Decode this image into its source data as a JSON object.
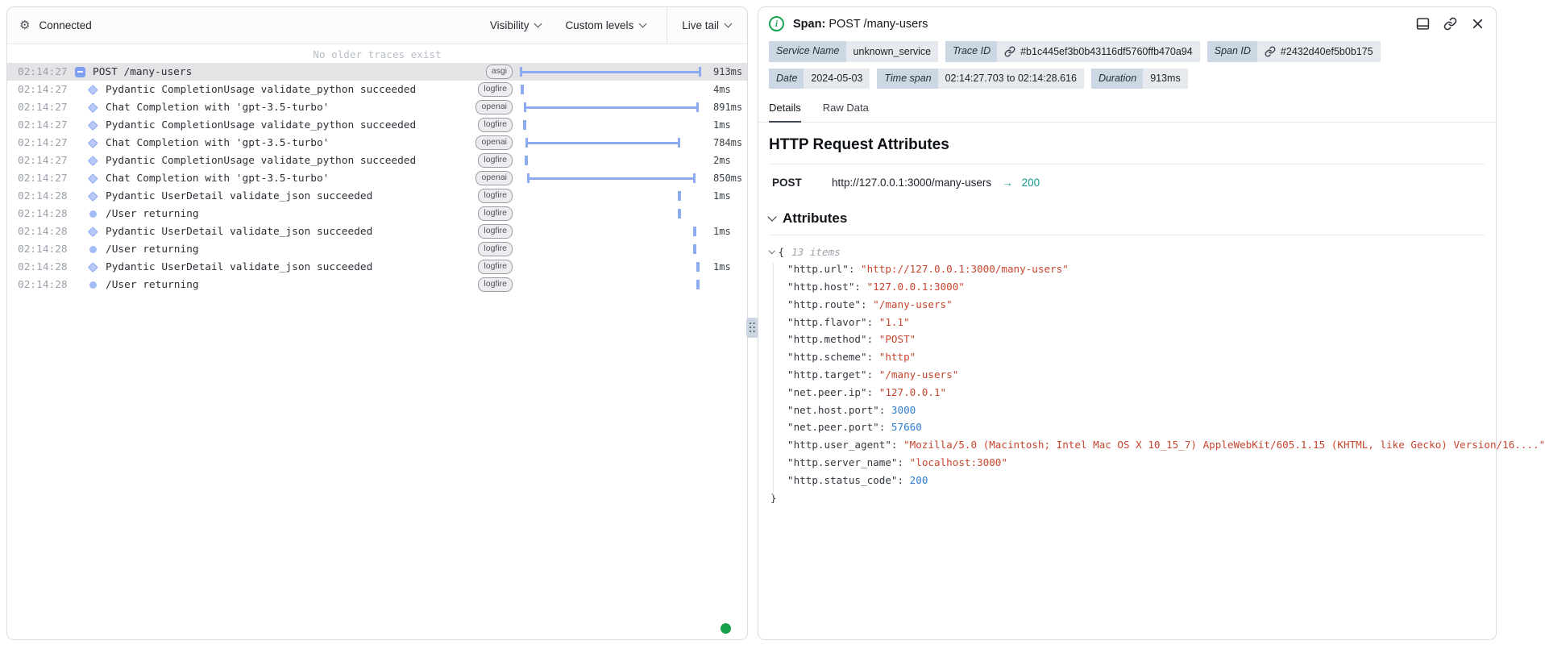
{
  "colors": {
    "timeline_bar": "#8dabf0",
    "selected_row": "#e4e4e7",
    "status_teal": "#0f9d8a",
    "json_string": "#c7452e",
    "json_number": "#2e7dd1",
    "live_green": "#17a24b",
    "info_green": "#19a455"
  },
  "left_panel": {
    "toolbar": {
      "connected_label": "Connected",
      "visibility_label": "Visibility",
      "custom_levels_label": "Custom levels",
      "live_tail_label": "Live tail"
    },
    "empty_notice": "No older traces exist",
    "rows": [
      {
        "time": "02:14:27",
        "icon": "minus",
        "depth": 0,
        "label": "POST /many-users",
        "badge": "asgi",
        "duration": "913ms",
        "bar_type": "range",
        "bar_start": 0.0,
        "bar_end": 1.0,
        "selected": true
      },
      {
        "time": "02:14:27",
        "icon": "diamond",
        "depth": 1,
        "label": "Pydantic CompletionUsage validate_python succeeded",
        "badge": "logfire",
        "duration": "4ms",
        "bar_type": "tick",
        "bar_start": 0.004,
        "bar_end": 0.004,
        "selected": false
      },
      {
        "time": "02:14:27",
        "icon": "diamond",
        "depth": 1,
        "label": "Chat Completion with 'gpt-3.5-turbo'",
        "badge": "openai",
        "duration": "891ms",
        "bar_type": "range",
        "bar_start": 0.022,
        "bar_end": 0.985,
        "selected": false
      },
      {
        "time": "02:14:27",
        "icon": "diamond",
        "depth": 1,
        "label": "Pydantic CompletionUsage validate_python succeeded",
        "badge": "logfire",
        "duration": "1ms",
        "bar_type": "tick",
        "bar_start": 0.018,
        "bar_end": 0.018,
        "selected": false
      },
      {
        "time": "02:14:27",
        "icon": "diamond",
        "depth": 1,
        "label": "Chat Completion with 'gpt-3.5-turbo'",
        "badge": "openai",
        "duration": "784ms",
        "bar_type": "range",
        "bar_start": 0.03,
        "bar_end": 0.882,
        "selected": false
      },
      {
        "time": "02:14:27",
        "icon": "diamond",
        "depth": 1,
        "label": "Pydantic CompletionUsage validate_python succeeded",
        "badge": "logfire",
        "duration": "2ms",
        "bar_type": "tick",
        "bar_start": 0.027,
        "bar_end": 0.027,
        "selected": false
      },
      {
        "time": "02:14:27",
        "icon": "diamond",
        "depth": 1,
        "label": "Chat Completion with 'gpt-3.5-turbo'",
        "badge": "openai",
        "duration": "850ms",
        "bar_type": "range",
        "bar_start": 0.04,
        "bar_end": 0.967,
        "selected": false
      },
      {
        "time": "02:14:28",
        "icon": "diamond",
        "depth": 1,
        "label": "Pydantic UserDetail validate_json succeeded",
        "badge": "logfire",
        "duration": "1ms",
        "bar_type": "tick",
        "bar_start": 0.882,
        "bar_end": 0.882,
        "selected": false
      },
      {
        "time": "02:14:28",
        "icon": "dot",
        "depth": 1,
        "label": "/User returning",
        "badge": "logfire",
        "duration": "",
        "bar_type": "tick",
        "bar_start": 0.882,
        "bar_end": 0.882,
        "selected": false
      },
      {
        "time": "02:14:28",
        "icon": "diamond",
        "depth": 1,
        "label": "Pydantic UserDetail validate_json succeeded",
        "badge": "logfire",
        "duration": "1ms",
        "bar_type": "tick",
        "bar_start": 0.967,
        "bar_end": 0.967,
        "selected": false
      },
      {
        "time": "02:14:28",
        "icon": "dot",
        "depth": 1,
        "label": "/User returning",
        "badge": "logfire",
        "duration": "",
        "bar_type": "tick",
        "bar_start": 0.97,
        "bar_end": 0.97,
        "selected": false
      },
      {
        "time": "02:14:28",
        "icon": "diamond",
        "depth": 1,
        "label": "Pydantic UserDetail validate_json succeeded",
        "badge": "logfire",
        "duration": "1ms",
        "bar_type": "tick",
        "bar_start": 0.988,
        "bar_end": 0.988,
        "selected": false
      },
      {
        "time": "02:14:28",
        "icon": "dot",
        "depth": 1,
        "label": "/User returning",
        "badge": "logfire",
        "duration": "",
        "bar_type": "tick",
        "bar_start": 0.988,
        "bar_end": 0.988,
        "selected": false
      }
    ]
  },
  "right_panel": {
    "header": {
      "span_label": "Span:",
      "span_title": "POST /many-users"
    },
    "meta_badges": [
      {
        "label": "Service Name",
        "value": "unknown_service",
        "link": false
      },
      {
        "label": "Trace ID",
        "value": "#b1c445ef3b0b43116df5760ffb470a94",
        "link": true
      },
      {
        "label": "Span ID",
        "value": "#2432d40ef5b0b175",
        "link": true
      },
      {
        "label": "Date",
        "value": "2024-05-03",
        "link": false
      },
      {
        "label": "Time span",
        "value": "02:14:27.703 to 02:14:28.616",
        "link": false
      },
      {
        "label": "Duration",
        "value": "913ms",
        "link": false
      }
    ],
    "tabs": [
      {
        "label": "Details",
        "active": true
      },
      {
        "label": "Raw Data",
        "active": false
      }
    ],
    "section_title": "HTTP Request Attributes",
    "request": {
      "method": "POST",
      "url": "http://127.0.0.1:3000/many-users",
      "arrow": "→",
      "status_code": "200"
    },
    "attributes": {
      "heading": "Attributes",
      "items_count_label": "13 items",
      "open_brace": "{",
      "close_brace": "}",
      "entries": [
        {
          "key": "http.url",
          "value": "http://127.0.0.1:3000/many-users",
          "type": "string"
        },
        {
          "key": "http.host",
          "value": "127.0.0.1:3000",
          "type": "string"
        },
        {
          "key": "http.route",
          "value": "/many-users",
          "type": "string"
        },
        {
          "key": "http.flavor",
          "value": "1.1",
          "type": "string"
        },
        {
          "key": "http.method",
          "value": "POST",
          "type": "string"
        },
        {
          "key": "http.scheme",
          "value": "http",
          "type": "string"
        },
        {
          "key": "http.target",
          "value": "/many-users",
          "type": "string"
        },
        {
          "key": "net.peer.ip",
          "value": "127.0.0.1",
          "type": "string"
        },
        {
          "key": "net.host.port",
          "value": "3000",
          "type": "number"
        },
        {
          "key": "net.peer.port",
          "value": "57660",
          "type": "number"
        },
        {
          "key": "http.user_agent",
          "value": "Mozilla/5.0 (Macintosh; Intel Mac OS X 10_15_7) AppleWebKit/605.1.15 (KHTML, like Gecko) Version/16....",
          "type": "string"
        },
        {
          "key": "http.server_name",
          "value": "localhost:3000",
          "type": "string"
        },
        {
          "key": "http.status_code",
          "value": "200",
          "type": "number"
        }
      ]
    }
  }
}
